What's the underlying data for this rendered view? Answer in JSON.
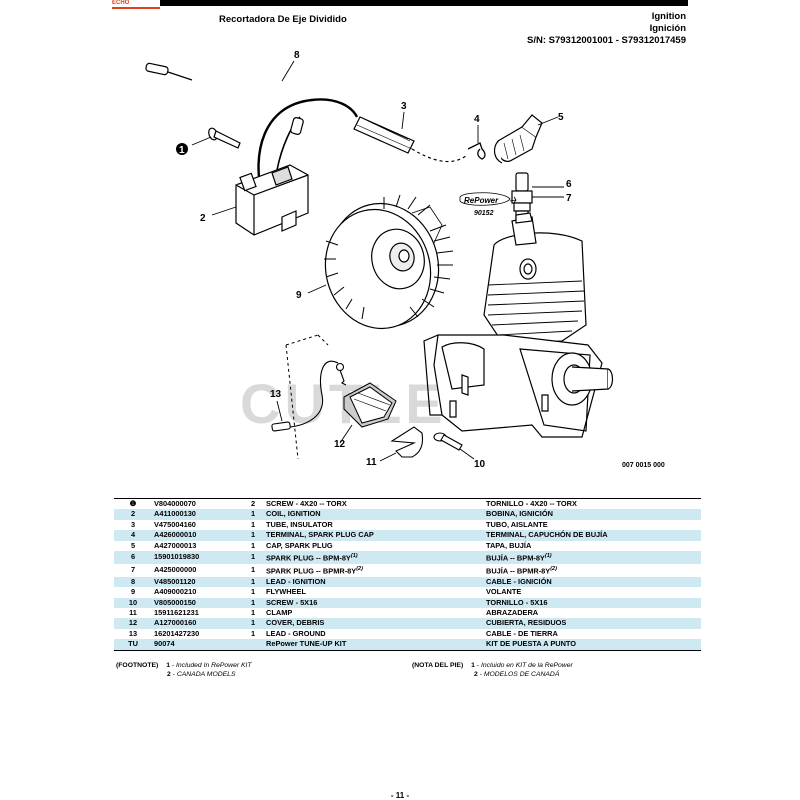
{
  "header": {
    "brand": "ECHO",
    "title": "Recortadora De Eje Dividido",
    "section_en": "Ignition",
    "section_es": "Ignición",
    "serial": "S/N: S79312001001 - S79312017459"
  },
  "diagram": {
    "figure_code": "007 0015 000",
    "watermark": "CUTLER'S",
    "repower_logo": "RePower",
    "repower_number": "90152",
    "callouts": [
      "1",
      "2",
      "3",
      "4",
      "5",
      "6",
      "7",
      "8",
      "9",
      "10",
      "11",
      "12",
      "13"
    ]
  },
  "parts": [
    {
      "ref": "❶",
      "part": "V804000070",
      "qty": "2",
      "desc_en": "SCREW - 4X20 -- TORX",
      "desc_es": "TORNILLO - 4X20 -- TORX"
    },
    {
      "ref": "2",
      "part": "A411000130",
      "qty": "1",
      "desc_en": "COIL, IGNITION",
      "desc_es": "BOBINA, IGNICIÓN"
    },
    {
      "ref": "3",
      "part": "V475004160",
      "qty": "1",
      "desc_en": "TUBE, INSULATOR",
      "desc_es": "TUBO, AISLANTE"
    },
    {
      "ref": "4",
      "part": "A426000010",
      "qty": "1",
      "desc_en": "TERMINAL, SPARK PLUG CAP",
      "desc_es": "TERMINAL, CAPUCHÓN DE BUJÍA"
    },
    {
      "ref": "5",
      "part": "A427000013",
      "qty": "1",
      "desc_en": "CAP, SPARK PLUG",
      "desc_es": "TAPA, BUJÍA"
    },
    {
      "ref": "6",
      "part": "15901019830",
      "qty": "1",
      "desc_en": "SPARK PLUG -- BPM-8Y",
      "sup_en": "(1)",
      "desc_es": "BUJÍA -- BPM-8Y",
      "sup_es": "(1)"
    },
    {
      "ref": "7",
      "part": "A425000000",
      "qty": "1",
      "desc_en": "SPARK PLUG -- BPMR-8Y",
      "sup_en": "(2)",
      "desc_es": "BUJÍA -- BPMR-8Y",
      "sup_es": "(2)"
    },
    {
      "ref": "8",
      "part": "V485001120",
      "qty": "1",
      "desc_en": "LEAD - IGNITION",
      "desc_es": "CABLE - IGNICIÓN"
    },
    {
      "ref": "9",
      "part": "A409000210",
      "qty": "1",
      "desc_en": "FLYWHEEL",
      "desc_es": "VOLANTE"
    },
    {
      "ref": "10",
      "part": "V805000150",
      "qty": "1",
      "desc_en": "SCREW - 5X16",
      "desc_es": "TORNILLO - 5X16"
    },
    {
      "ref": "11",
      "part": "15911621231",
      "qty": "1",
      "desc_en": "CLAMP",
      "desc_es": "ABRAZADERA"
    },
    {
      "ref": "12",
      "part": "A127000160",
      "qty": "1",
      "desc_en": "COVER, DEBRIS",
      "desc_es": "CUBIERTA, RESIDUOS"
    },
    {
      "ref": "13",
      "part": "16201427230",
      "qty": "1",
      "desc_en": "LEAD - GROUND",
      "desc_es": "CABLE - DE TIERRA"
    },
    {
      "ref": "TU",
      "part": "90074",
      "qty": "",
      "desc_en": "RePower TUNE-UP KIT",
      "desc_es": "KIT DE PUESTA A PUNTO"
    }
  ],
  "footnotes": {
    "en_label": "(FOOTNOTE)",
    "en_lines": [
      {
        "num": "1",
        "text": "Included In RePower KIT"
      },
      {
        "num": "2",
        "text": "CANADA MODELS"
      }
    ],
    "es_label": "(NOTA DEL PIE)",
    "es_lines": [
      {
        "num": "1",
        "text": "Incluido en KIT de la RePower"
      },
      {
        "num": "2",
        "text": "MODELOS DE CANADÁ"
      }
    ]
  },
  "page_number": "- 11 -"
}
